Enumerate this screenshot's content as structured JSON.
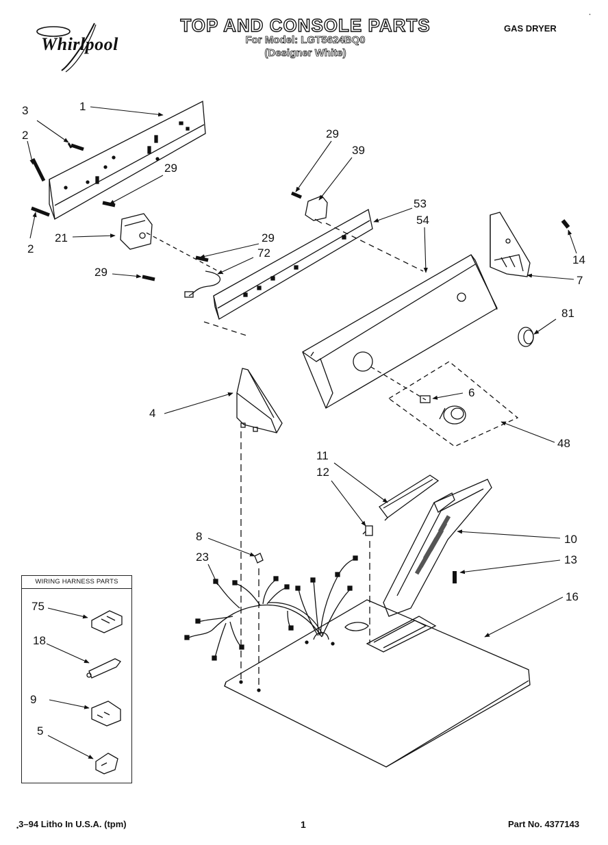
{
  "header": {
    "brand": "Whirlpool",
    "title": "TOP AND CONSOLE PARTS",
    "model_line": "For Model: LGT5624BQ0",
    "color_line": "(Designer White)",
    "product_type": "GAS DRYER",
    "corner_mark": "¸"
  },
  "callouts": {
    "c1": "1",
    "c2a": "2",
    "c2b": "2",
    "c3": "3",
    "c4": "4",
    "c5": "5",
    "c6": "6",
    "c7": "7",
    "c8": "8",
    "c9": "9",
    "c10": "10",
    "c11": "11",
    "c12": "12",
    "c13": "13",
    "c14": "14",
    "c16": "16",
    "c18": "18",
    "c21": "21",
    "c23": "23",
    "c29a": "29",
    "c29b": "29",
    "c29c": "29",
    "c29d": "29",
    "c39": "39",
    "c48": "48",
    "c53": "53",
    "c54": "54",
    "c72": "72",
    "c75": "75",
    "c81": "81"
  },
  "legend": {
    "header": "WIRING HARNESS PARTS"
  },
  "footer": {
    "litho": "3–94 Litho In U.S.A. (tpm)",
    "litho_mark": "•",
    "page": "1",
    "part_no": "Part No. 4377143"
  }
}
